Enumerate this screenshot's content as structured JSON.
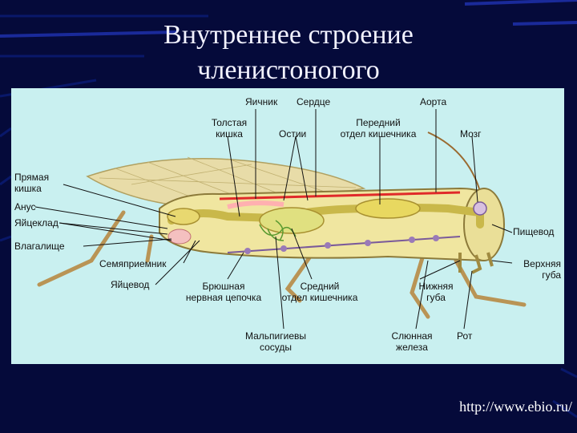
{
  "slide": {
    "title_line1": "Внутреннее строение",
    "title_line2": "членистоногого",
    "source_url": "http://www.ebio.ru/"
  },
  "diagram": {
    "labels": {
      "ovary": "Яичник",
      "heart": "Сердце",
      "aorta": "Аорта",
      "large_intestine": "Толстая\nкишка",
      "ostia": "Остии",
      "foregut": "Передний\nотдел кишечника",
      "brain": "Мозг",
      "rectum": "Прямая\nкишка",
      "anus": "Анус",
      "ovipositor": "Яйцеклад",
      "vagina": "Влагалище",
      "seminal_receptacle": "Семяприемник",
      "oviduct": "Яйцевод",
      "ventral_nerve_cord": "Брюшная\nнервная цепочка",
      "midgut": "Средний\nотдел кишечника",
      "lower_lip": "Нижняя\nгуба",
      "esophagus": "Пищевод",
      "upper_lip": "Верхняя\nгуба",
      "malpighian_tubules": "Мальпигиевы\nсосуды",
      "salivary_gland": "Слюнная\nжелеза",
      "mouth": "Рот"
    }
  }
}
